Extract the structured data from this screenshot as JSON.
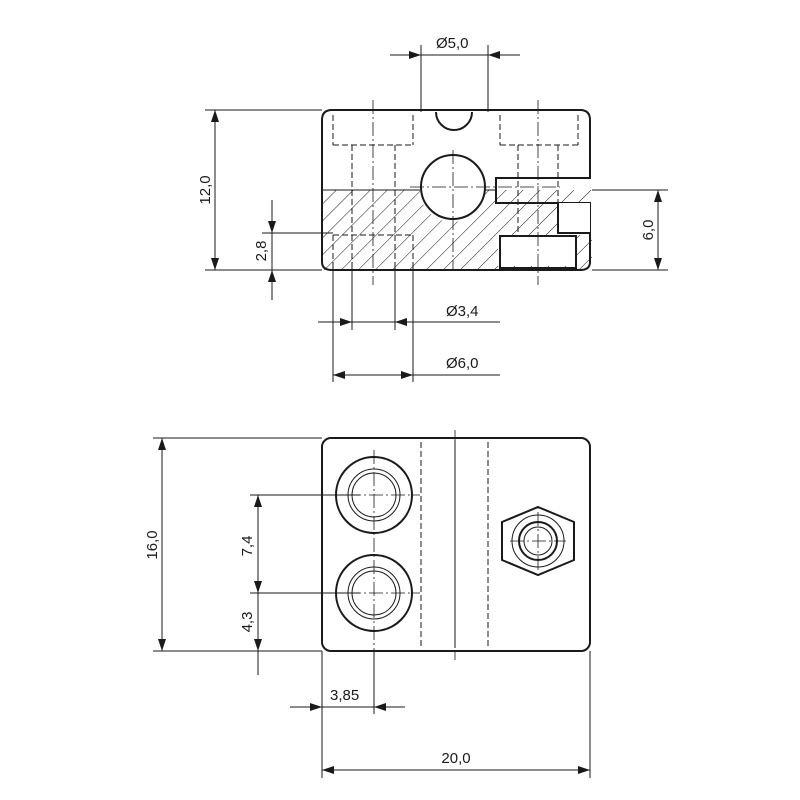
{
  "drawing": {
    "top_view": {
      "dimensions": {
        "hole_diameter_top": "Ø5,0",
        "overall_height": "12,0",
        "slot_height": "2,8",
        "lower_half_height": "6,0",
        "bore_diameter": "Ø3,4",
        "counterbore_diameter": "Ø6,0"
      }
    },
    "bottom_view": {
      "dimensions": {
        "overall_depth": "16,0",
        "hole_spacing": "7,4",
        "hole_offset": "4,3",
        "hole_edge_distance": "3,85",
        "overall_width": "20,0"
      }
    }
  }
}
